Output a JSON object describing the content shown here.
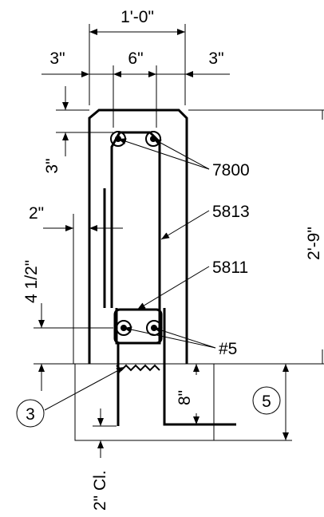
{
  "drawing": {
    "dimensions": {
      "overall_width": "1'-0\"",
      "left_cover": "3\"",
      "bar_spacing": "6\"",
      "right_cover": "3\"",
      "top_cover": "3\"",
      "bar_offset": "2\"",
      "lap_height": "4 1/2\"",
      "height": "2'-9\"",
      "embed_depth": "8\"",
      "clear_cover": "2\" Cl."
    },
    "callouts": {
      "top_bars": "7800",
      "stirrup": "5813",
      "bottom_stirrup": "5811",
      "bottom_bars": "#5"
    },
    "circle_tags": {
      "left": "3",
      "right": "5"
    }
  }
}
